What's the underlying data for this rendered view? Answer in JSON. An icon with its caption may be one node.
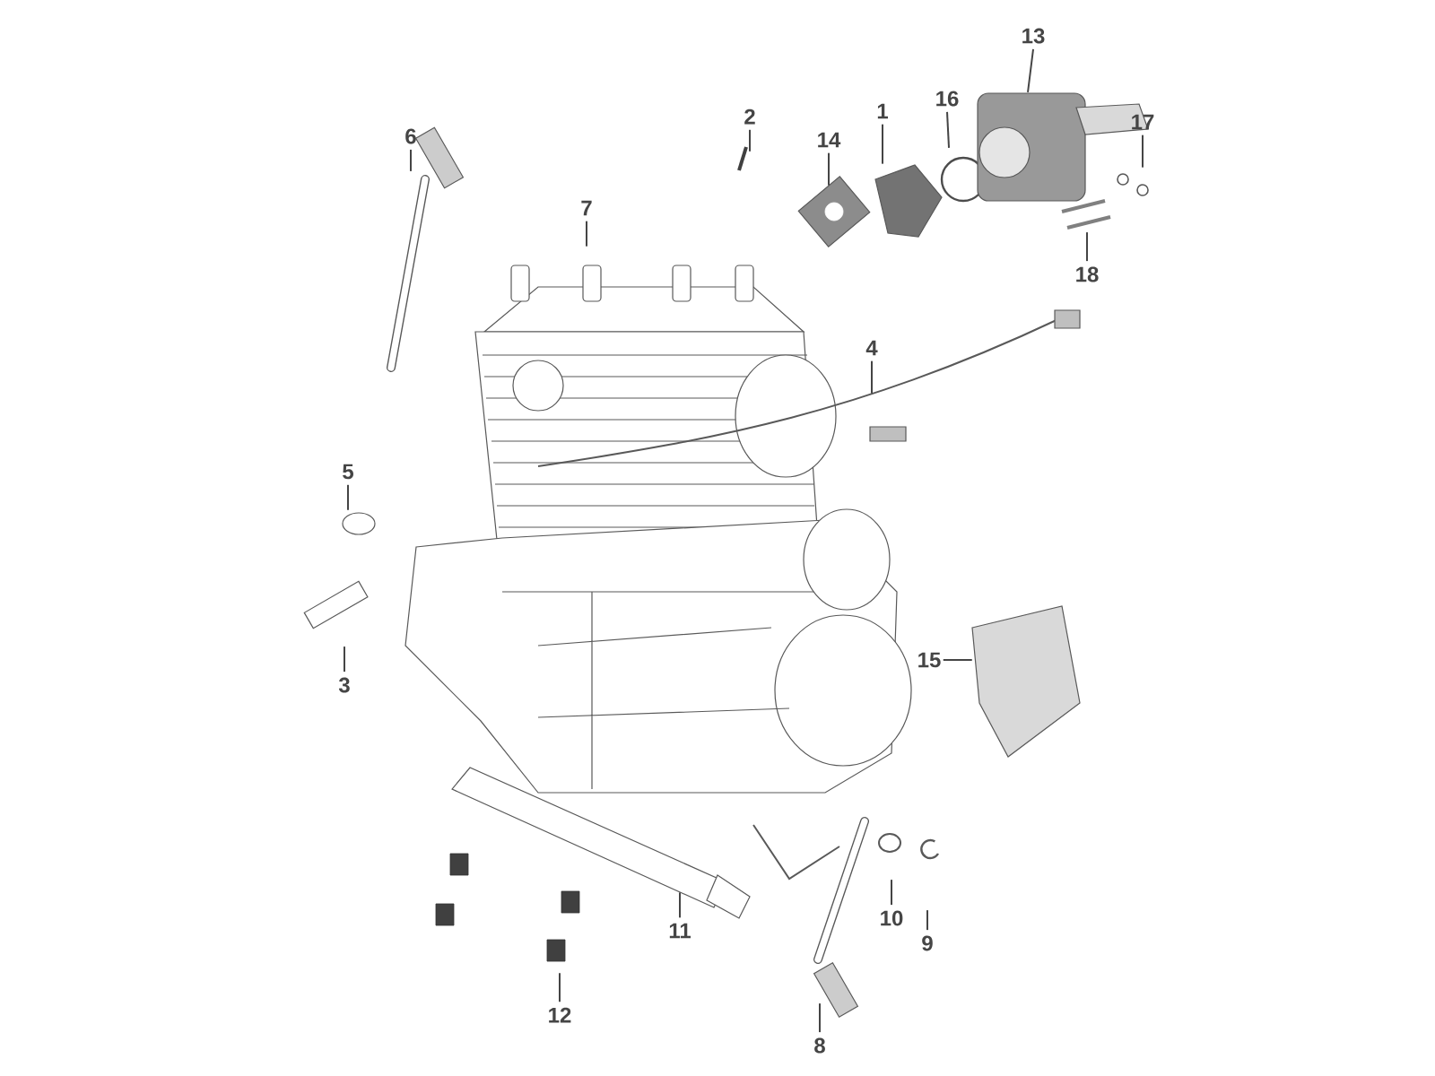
{
  "diagram": {
    "nodes": [
      {
        "text": [
          "1"
        ]
      },
      {
        "text": [
          "2"
        ]
      },
      {
        "text": [
          "3"
        ]
      },
      {
        "text": [
          "4"
        ]
      },
      {
        "text": [
          "5"
        ]
      },
      {
        "text": [
          "6"
        ]
      },
      {
        "text": [
          "7"
        ]
      },
      {
        "text": [
          "8"
        ]
      },
      {
        "text": [
          "9"
        ]
      },
      {
        "text": [
          "10"
        ]
      },
      {
        "text": [
          "11"
        ]
      },
      {
        "text": [
          "12"
        ]
      },
      {
        "text": [
          "13"
        ]
      },
      {
        "text": [
          "14"
        ]
      },
      {
        "text": [
          "15"
        ]
      },
      {
        "text": [
          "16"
        ]
      },
      {
        "text": [
          "17"
        ]
      },
      {
        "text": [
          "18"
        ]
      }
    ],
    "edges": [
      {
        "from": 0,
        "to": null,
        "arrow": "none"
      },
      {
        "from": 1,
        "to": null,
        "arrow": "none"
      },
      {
        "from": 2,
        "to": null,
        "arrow": "none"
      },
      {
        "from": 3,
        "to": null,
        "arrow": "none"
      },
      {
        "from": 4,
        "to": null,
        "arrow": "none"
      },
      {
        "from": 5,
        "to": null,
        "arrow": "none"
      },
      {
        "from": 6,
        "to": null,
        "arrow": "none"
      },
      {
        "from": 7,
        "to": null,
        "arrow": "none"
      },
      {
        "from": 8,
        "to": null,
        "arrow": "none"
      },
      {
        "from": 9,
        "to": null,
        "arrow": "none"
      },
      {
        "from": 10,
        "to": null,
        "arrow": "none"
      },
      {
        "from": 11,
        "to": null,
        "arrow": "none"
      },
      {
        "from": 12,
        "to": null,
        "arrow": "none"
      },
      {
        "from": 13,
        "to": null,
        "arrow": "none"
      },
      {
        "from": 14,
        "to": null,
        "arrow": "none"
      },
      {
        "from": 15,
        "to": null,
        "arrow": "none"
      },
      {
        "from": 16,
        "to": null,
        "arrow": "none"
      },
      {
        "from": 17,
        "to": null,
        "arrow": "none"
      }
    ]
  }
}
